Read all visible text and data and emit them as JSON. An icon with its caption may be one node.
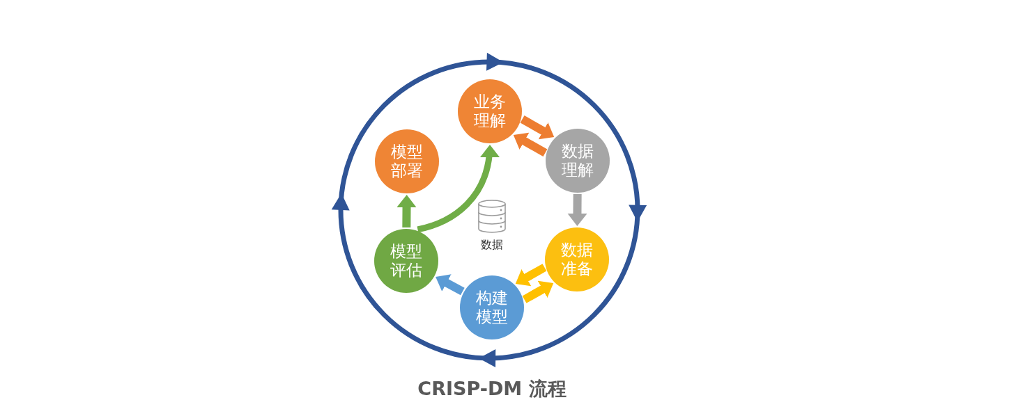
{
  "diagram": {
    "caption": "CRISP-DM 流程",
    "nodes": [
      {
        "text": [
          "业务理解"
        ]
      },
      {
        "text": [
          "数据理解"
        ]
      },
      {
        "text": [
          "数据准备"
        ]
      },
      {
        "text": [
          "构建模型"
        ]
      },
      {
        "text": [
          "模型评估"
        ]
      },
      {
        "text": [
          "模型部署"
        ]
      },
      {
        "text": [
          "数据"
        ]
      }
    ],
    "edges": [
      {
        "from": 0,
        "to": 1,
        "arrow": "to",
        "color": "#ed7d31"
      },
      {
        "from": 1,
        "to": 0,
        "arrow": "to",
        "color": "#ed7d31"
      },
      {
        "from": 1,
        "to": 2,
        "arrow": "to",
        "color": "#a5a5a5"
      },
      {
        "from": 2,
        "to": 3,
        "arrow": "to",
        "color": "#ffc000"
      },
      {
        "from": 3,
        "to": 2,
        "arrow": "to",
        "color": "#ffc000"
      },
      {
        "from": 3,
        "to": 4,
        "arrow": "to",
        "color": "#5b9bd5"
      },
      {
        "from": 4,
        "to": 5,
        "arrow": "to",
        "color": "#70ad47"
      },
      {
        "from": 4,
        "to": 0,
        "arrow": "to",
        "color": "#70ad47"
      }
    ]
  }
}
